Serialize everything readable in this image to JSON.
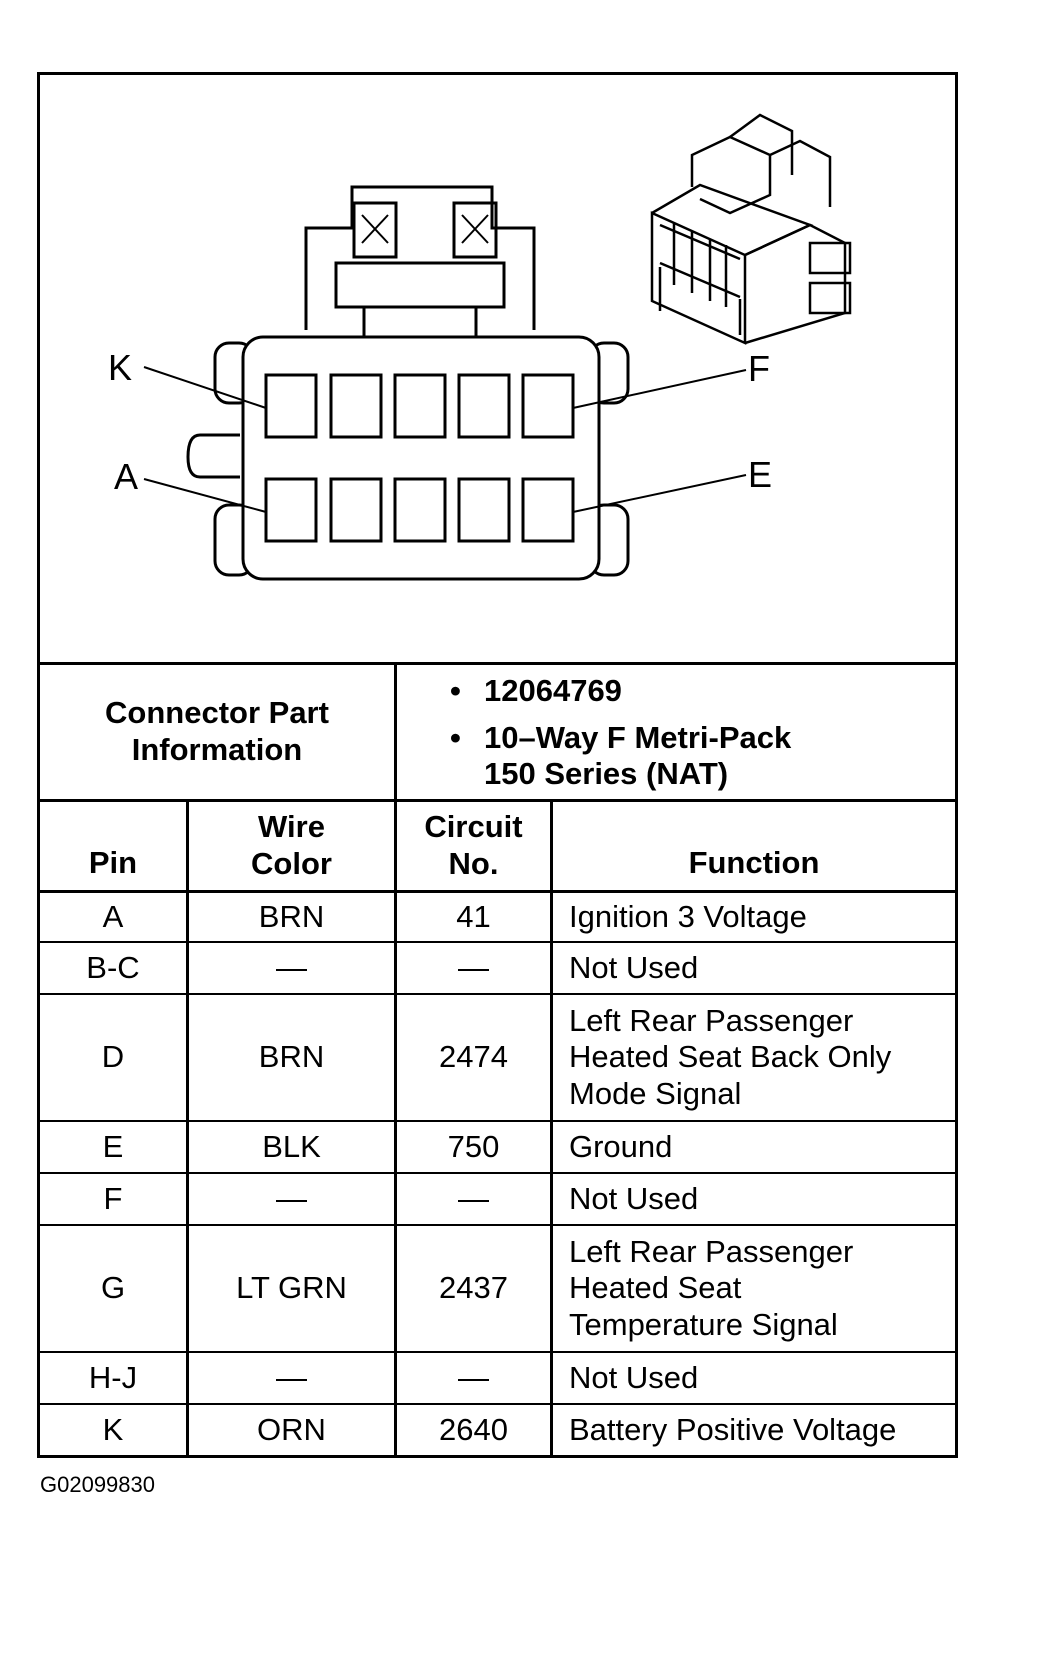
{
  "pin_labels": {
    "k": "K",
    "f": "F",
    "a": "A",
    "e": "E"
  },
  "connector_info": {
    "label": "Connector Part Information",
    "items": [
      "12064769",
      "10–Way F Metri-Pack 150 Series (NAT)"
    ]
  },
  "table": {
    "headers": {
      "pin": "Pin",
      "wire_color": "Wire Color",
      "circuit": "Circuit No.",
      "function": "Function"
    },
    "rows": [
      {
        "pin": "A",
        "wire_color": "BRN",
        "circuit": "41",
        "function": "Ignition 3 Voltage"
      },
      {
        "pin": "B-C",
        "wire_color": "—",
        "circuit": "—",
        "function": "Not Used"
      },
      {
        "pin": "D",
        "wire_color": "BRN",
        "circuit": "2474",
        "function": "Left Rear Passenger Heated Seat Back Only Mode Signal"
      },
      {
        "pin": "E",
        "wire_color": "BLK",
        "circuit": "750",
        "function": "Ground"
      },
      {
        "pin": "F",
        "wire_color": "—",
        "circuit": "—",
        "function": "Not Used"
      },
      {
        "pin": "G",
        "wire_color": "LT GRN",
        "circuit": "2437",
        "function": "Left Rear Passenger Heated Seat Temperature Signal"
      },
      {
        "pin": "H-J",
        "wire_color": "—",
        "circuit": "—",
        "function": "Not Used"
      },
      {
        "pin": "K",
        "wire_color": "ORN",
        "circuit": "2640",
        "function": "Battery Positive Voltage"
      }
    ]
  },
  "figure_id": "G02099830"
}
